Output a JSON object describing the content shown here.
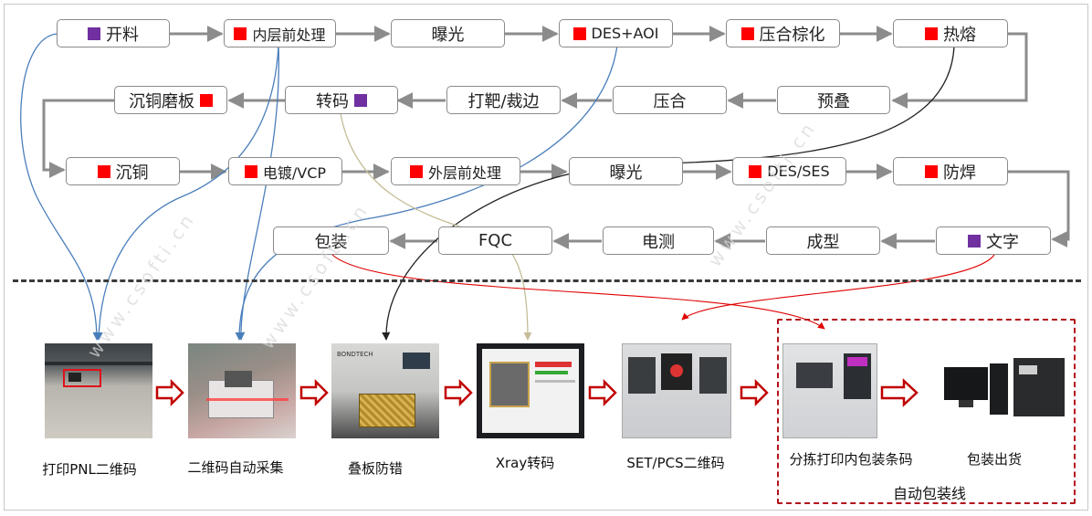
{
  "colors": {
    "red_marker": "#ff0000",
    "purple_marker": "#7030a0",
    "box_border": "#8a8a8a",
    "arrow_gray": "#8c8c8c",
    "dashed_red": "#b3121b"
  },
  "process_nodes": [
    {
      "id": "n1",
      "label": "开料",
      "marker": "purple",
      "marker_side": "left"
    },
    {
      "id": "n2",
      "label": "内层前处理",
      "marker": "red",
      "marker_side": "left"
    },
    {
      "id": "n3",
      "label": "曝光",
      "marker": "none"
    },
    {
      "id": "n4",
      "label": "DES+AOI",
      "marker": "red",
      "marker_side": "left"
    },
    {
      "id": "n5",
      "label": "压合棕化",
      "marker": "red",
      "marker_side": "left"
    },
    {
      "id": "n6",
      "label": "热熔",
      "marker": "red",
      "marker_side": "left"
    },
    {
      "id": "n7",
      "label": "预叠",
      "marker": "none"
    },
    {
      "id": "n8",
      "label": "压合",
      "marker": "none"
    },
    {
      "id": "n9",
      "label": "打靶/裁边",
      "marker": "none"
    },
    {
      "id": "n10",
      "label": "转码",
      "marker": "purple",
      "marker_side": "right"
    },
    {
      "id": "n11",
      "label": "沉铜磨板",
      "marker": "red",
      "marker_side": "right"
    },
    {
      "id": "n12",
      "label": "沉铜",
      "marker": "red",
      "marker_side": "left"
    },
    {
      "id": "n13",
      "label": "电镀/VCP",
      "marker": "red",
      "marker_side": "left"
    },
    {
      "id": "n14",
      "label": "外层前处理",
      "marker": "red",
      "marker_side": "left"
    },
    {
      "id": "n15",
      "label": "曝光",
      "marker": "none"
    },
    {
      "id": "n16",
      "label": "DES/SES",
      "marker": "red",
      "marker_side": "left"
    },
    {
      "id": "n17",
      "label": "防焊",
      "marker": "red",
      "marker_side": "left"
    },
    {
      "id": "n18",
      "label": "文字",
      "marker": "purple",
      "marker_side": "left"
    },
    {
      "id": "n19",
      "label": "成型",
      "marker": "none"
    },
    {
      "id": "n20",
      "label": "电测",
      "marker": "none"
    },
    {
      "id": "n21",
      "label": "FQC",
      "marker": "none"
    },
    {
      "id": "n22",
      "label": "包装",
      "marker": "none"
    }
  ],
  "stations": [
    {
      "id": "s1",
      "caption": "打印PNL二维码"
    },
    {
      "id": "s2",
      "caption": "二维码自动采集"
    },
    {
      "id": "s3",
      "caption": "叠板防错"
    },
    {
      "id": "s4",
      "caption": "Xray转码"
    },
    {
      "id": "s5",
      "caption": "SET/PCS二维码"
    },
    {
      "id": "s6",
      "caption": "分拣打印内包装条码"
    },
    {
      "id": "s7",
      "caption": "包装出货"
    }
  ],
  "equipment_brand": "BONDTECH",
  "auto_line_label": "自动包装线",
  "watermark": "www.csofti.cn"
}
